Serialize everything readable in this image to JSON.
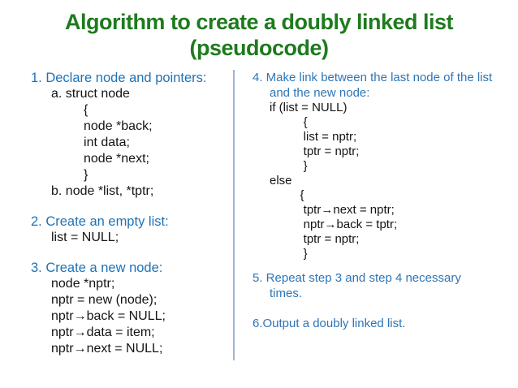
{
  "slide": {
    "title": {
      "line1": "Algorithm to create a doubly linked list",
      "line2": "(pseudocode)"
    },
    "colors": {
      "title_green": "#1e7b1e",
      "left_heading_blue": "#1f72b5",
      "right_heading_blue": "#2e75b6",
      "code_text": "#141414",
      "divider_blue": "#9db4d6",
      "background": "#ffffff"
    },
    "left_steps": [
      {
        "heading": "1. Declare node and pointers:",
        "code": "a. struct node\n         {\n         node *back;\n         int data;\n         node *next;\n         }\nb. node *list, *tptr;"
      },
      {
        "heading": "2. Create an empty list:",
        "code": "list = NULL;"
      },
      {
        "heading": "3. Create a new node:",
        "code": "node *nptr;\nnptr = new (node);\nnptr→back = NULL;\nnptr→data = item;\nnptr→next = NULL;"
      }
    ],
    "right_steps": [
      {
        "heading": "4. Make link between the last node of the list and the new node:",
        "code": "if (list = NULL)\n          {\n          list = nptr;\n          tptr = nptr;\n          }\nelse\n         {\n          tptr→next = nptr;\n          nptr→back = tptr;\n          tptr = nptr;\n          }"
      },
      {
        "heading": "5. Repeat step 3 and step 4 necessary times.",
        "code": ""
      },
      {
        "heading": "6.Output a doubly linked list.",
        "code": ""
      }
    ]
  }
}
